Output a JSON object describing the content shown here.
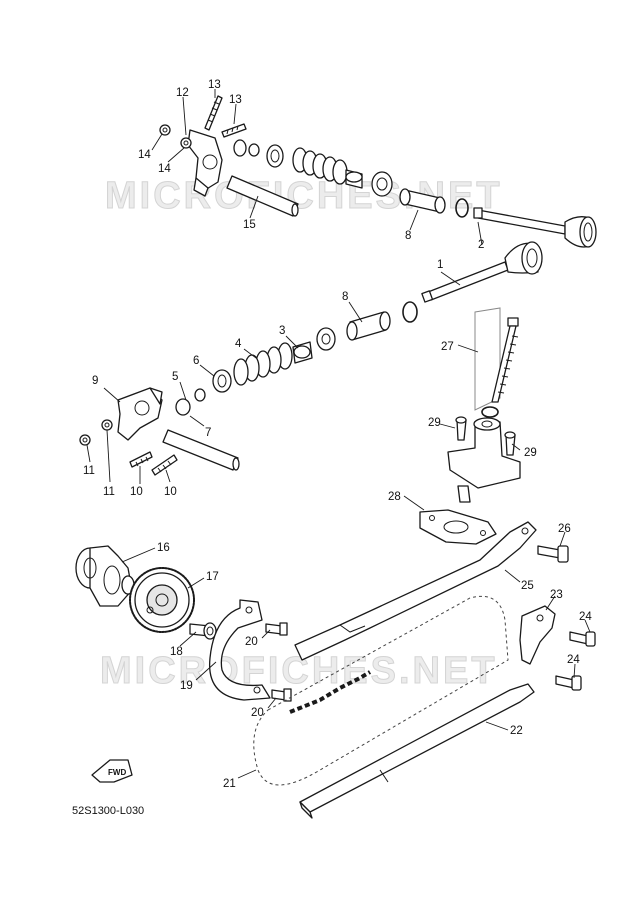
{
  "watermark": "MICROFICHES.NET",
  "diagram_code": "52S1300-L030",
  "fwd_label": "FWD",
  "callouts": {
    "c1": "1",
    "c2": "2",
    "c3": "3",
    "c4": "4",
    "c5": "5",
    "c6": "6",
    "c7": "7",
    "c8a": "8",
    "c8b": "8",
    "c9": "9",
    "c10a": "10",
    "c10b": "10",
    "c11a": "11",
    "c11b": "11",
    "c12": "12",
    "c13a": "13",
    "c13b": "13",
    "c14a": "14",
    "c14b": "14",
    "c15": "15",
    "c16": "16",
    "c17": "17",
    "c18": "18",
    "c19": "19",
    "c20a": "20",
    "c20b": "20",
    "c21": "21",
    "c22": "22",
    "c23": "23",
    "c24a": "24",
    "c24b": "24",
    "c25": "25",
    "c26": "26",
    "c27": "27",
    "c28": "28",
    "c29a": "29",
    "c29b": "29"
  }
}
